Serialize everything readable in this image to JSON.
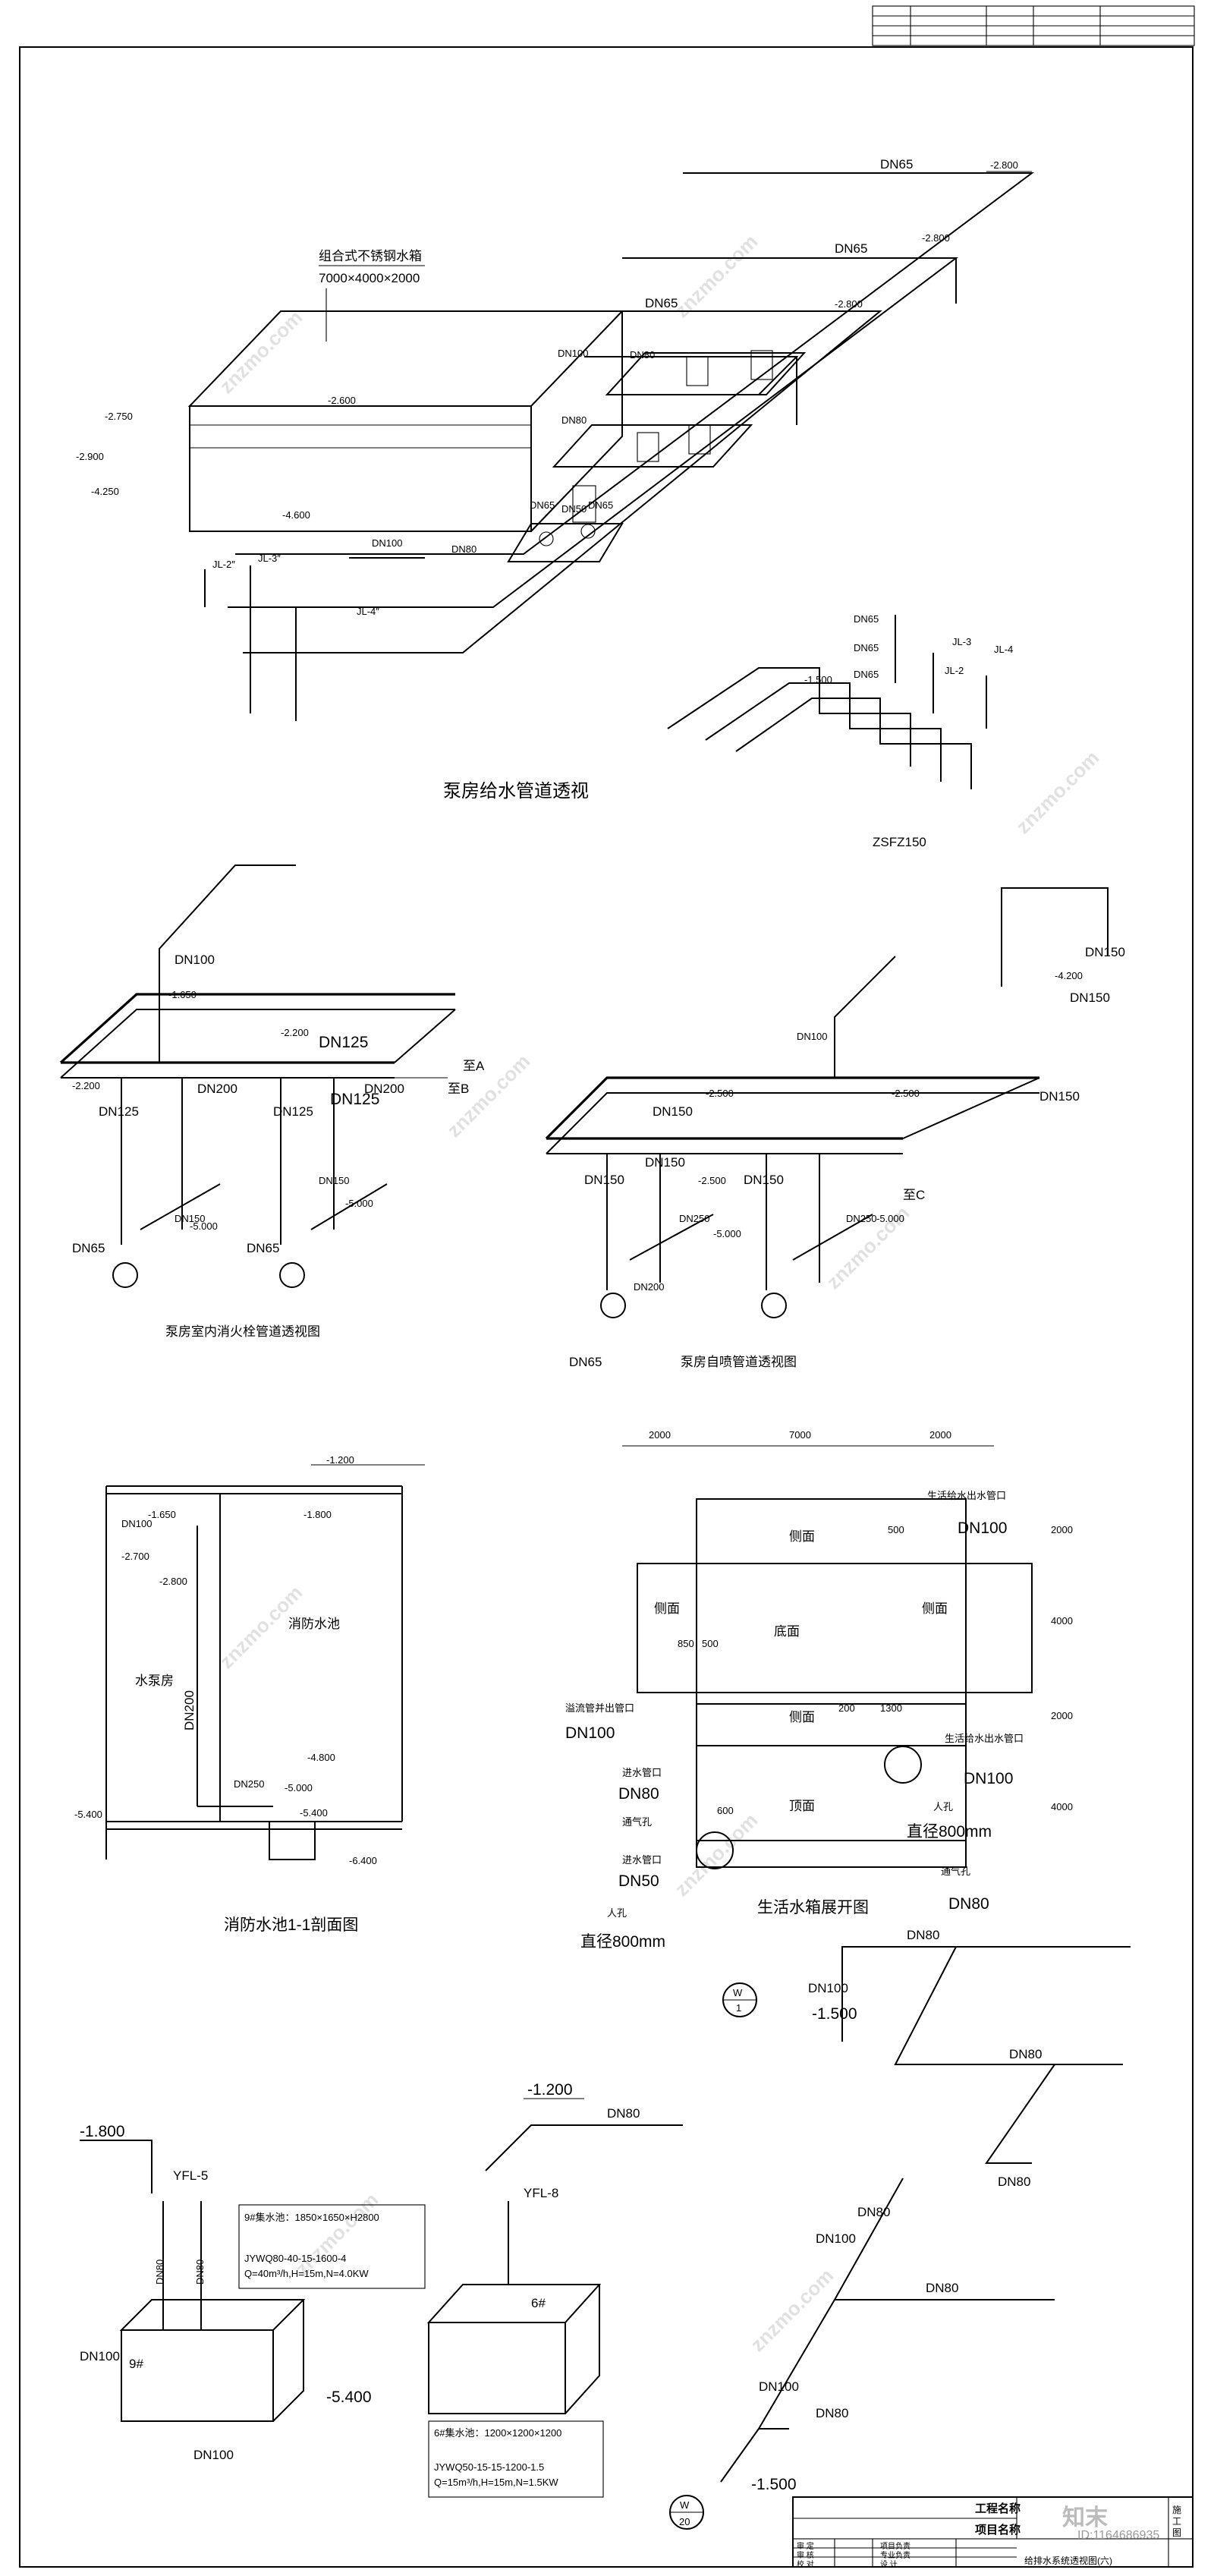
{
  "drawing": {
    "pump_room_title": "泵房给水管道透视",
    "hydrant_title": "泵房室内消火栓管道透视图",
    "sprinkler_title": "泵房自喷管道透视图",
    "section_title": "消防水池1-1剖面图",
    "tank_unfold_title": "生活水箱展开图"
  },
  "labels": {
    "tank": "组合式不锈钢水箱",
    "tank_size": "7000×4000×2000",
    "dn65": "DN65",
    "dn80": "DN80",
    "dn100": "DN100",
    "dn125": "DN125",
    "dn150": "DN150",
    "dn200": "DN200",
    "dn250": "DN250",
    "dn50": "DN50",
    "e2800": "-2.800",
    "e2600": "-2.600",
    "e2750": "-2.750",
    "e2900": "-2.900",
    "e4250": "-4.250",
    "e4600": "-4.600",
    "e2200": "-2.200",
    "e2500": "-2.500",
    "e1650": "-1.650",
    "e1200": "-1.200",
    "e1800": "-1.800",
    "e4800": "-4.800",
    "e5000": "-5.000",
    "e5400": "-5.400",
    "e6400": "-6.400",
    "e1500": "-1.500",
    "e4200": "-4.200",
    "e2700": "-2.700",
    "jl2": "JL-2″",
    "jl3": "JL-3″",
    "jl4": "JL-4″",
    "jl3b": "JL-3",
    "jl4b": "JL-4",
    "jl2b": "JL-2",
    "fire_pool": "消防水池",
    "pump_room": "水泵房",
    "dn200v": "DN200",
    "to_a": "至A",
    "to_b": "至B",
    "to_c": "至C",
    "side": "侧面",
    "bottom": "底面",
    "top": "顶面",
    "outlet": "生活给水出水管口",
    "overflow": "溢流管并出管口",
    "inlet": "进水管口",
    "vent": "通气孔",
    "manhole": "人孔",
    "dia800": "直径800mm",
    "d2000": "2000",
    "d7000": "7000",
    "d4000": "4000",
    "d500": "500",
    "d850": "850",
    "d600": "600",
    "d200": "200",
    "d1300": "1300",
    "yfl5": "YFL-5",
    "yfl8": "YFL-8",
    "n9": "9#",
    "n6": "6#",
    "pump9": "9#集水池：1850×1650×H2800",
    "pump9b": "JYWQ80-40-15-1600-4",
    "pump9c": "Q=40m³/h,H=15m,N=4.0KW",
    "pump6": "6#集水池：1200×1200×1200",
    "pump6b": "JYWQ50-15-15-1200-1.5",
    "pump6c": "Q=15m³/h,H=15m,N=1.5KW",
    "zsfz": "ZSFZ150",
    "w1": "W",
    "w1n": "1",
    "w20n": "20"
  },
  "title_block": {
    "project_name": "工程名称",
    "item_name": "项目名称",
    "drawing_name": "给排水系统透视图(六)",
    "stage": "施工图",
    "rows": [
      "审 定",
      "审 核",
      "校 对"
    ],
    "roles": [
      "项目负责",
      "专业负责",
      "设 计"
    ],
    "id": "ID:1164686935",
    "logo": "知末"
  },
  "watermark": "znzmo.com"
}
